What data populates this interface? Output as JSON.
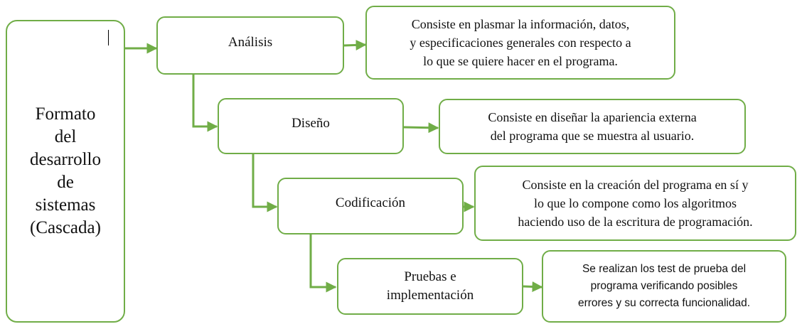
{
  "main": {
    "lines": [
      "Formato",
      "del",
      "desarrollo",
      "de",
      "sistemas",
      "(Cascada)"
    ]
  },
  "phases": [
    {
      "name": "Análisis",
      "description": [
        "Consiste en plasmar la información, datos,",
        "y especificaciones generales con respecto a",
        "lo que se quiere hacer en el programa."
      ]
    },
    {
      "name": "Diseño",
      "description": [
        "Consiste en diseñar la apariencia externa",
        "del programa que se muestra al usuario."
      ]
    },
    {
      "name": "Codificación",
      "description": [
        "Consiste en la creación del programa en sí y",
        "lo que lo compone como los algoritmos",
        "haciendo uso de la escritura de programación."
      ]
    },
    {
      "name_lines": [
        "Pruebas e",
        "implementación"
      ],
      "description": [
        "Se realizan los test de prueba del",
        "programa verificando posibles",
        "errores y su correcta funcionalidad."
      ]
    }
  ],
  "colors": {
    "border": "#70ad47",
    "connector": "#70ad47"
  }
}
